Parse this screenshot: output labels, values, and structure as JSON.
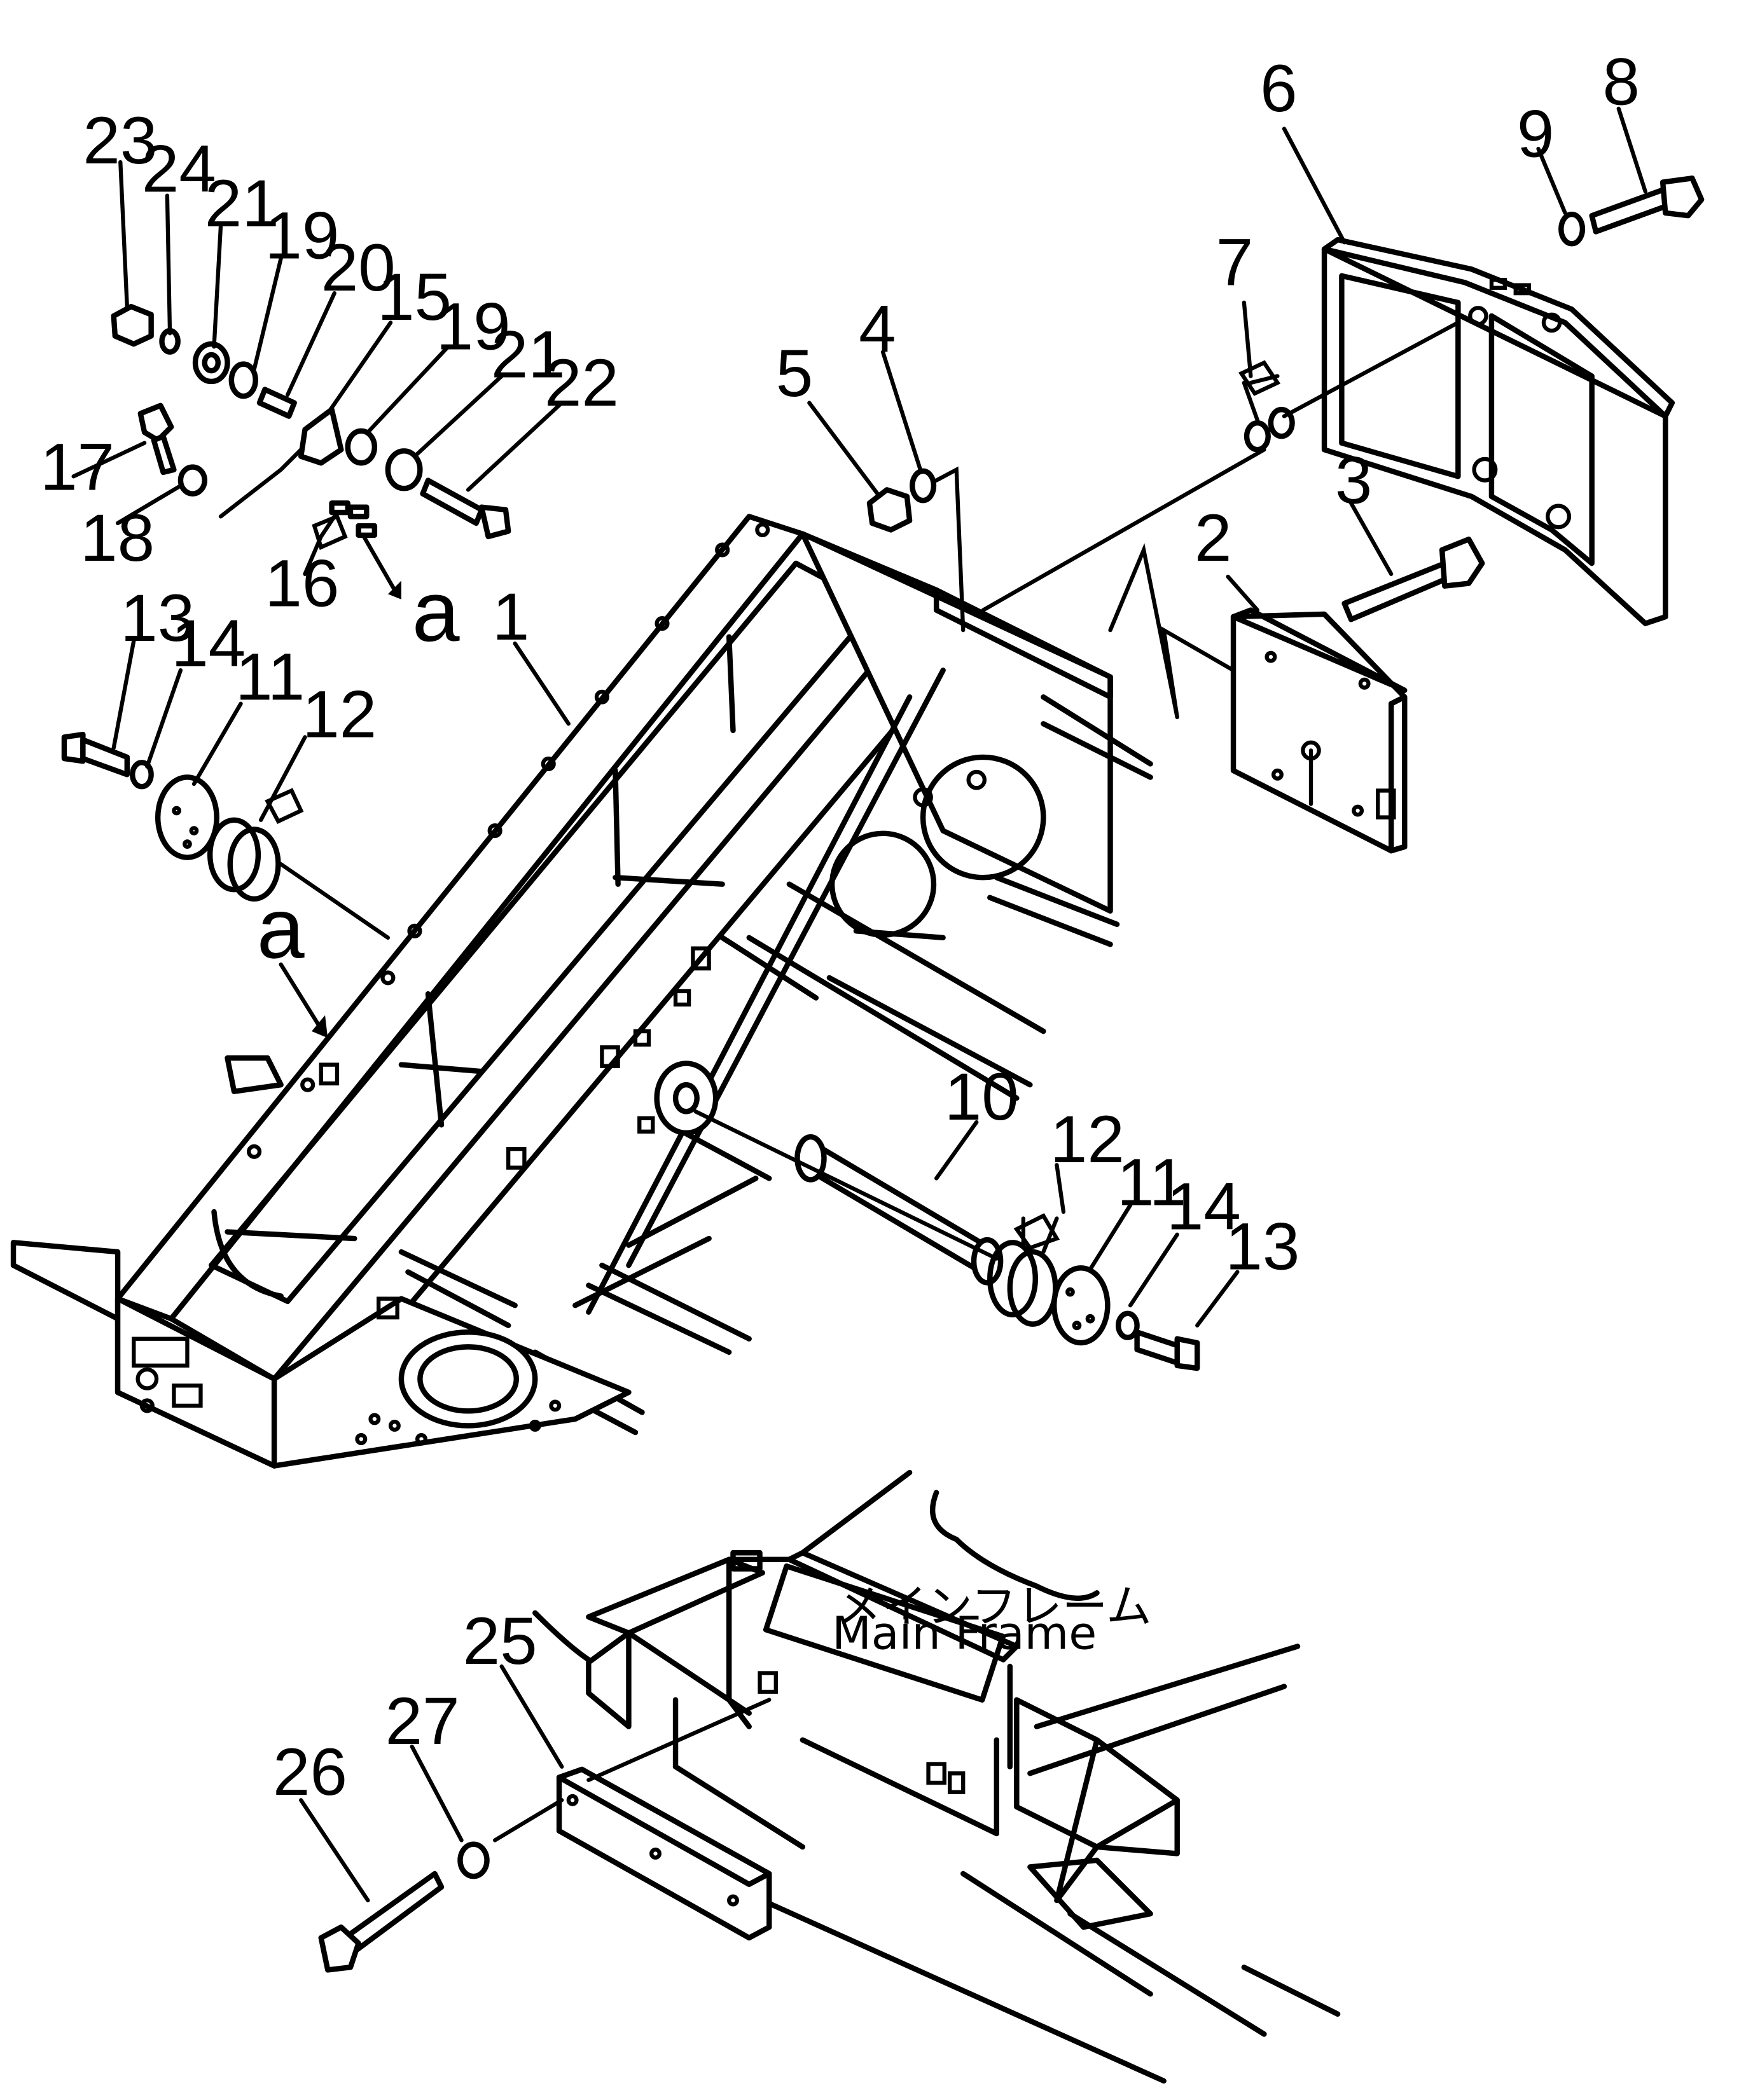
{
  "diagram": {
    "callouts": [
      {
        "id": "c1",
        "text": "1"
      },
      {
        "id": "c2",
        "text": "2"
      },
      {
        "id": "c3",
        "text": "3"
      },
      {
        "id": "c4",
        "text": "4"
      },
      {
        "id": "c5",
        "text": "5"
      },
      {
        "id": "c6",
        "text": "6"
      },
      {
        "id": "c7",
        "text": "7"
      },
      {
        "id": "c8",
        "text": "8"
      },
      {
        "id": "c9",
        "text": "9"
      },
      {
        "id": "c10",
        "text": "10"
      },
      {
        "id": "c11a",
        "text": "11"
      },
      {
        "id": "c11b",
        "text": "11"
      },
      {
        "id": "c12a",
        "text": "12"
      },
      {
        "id": "c12b",
        "text": "12"
      },
      {
        "id": "c13a",
        "text": "13"
      },
      {
        "id": "c13b",
        "text": "13"
      },
      {
        "id": "c14a",
        "text": "14"
      },
      {
        "id": "c14b",
        "text": "14"
      },
      {
        "id": "c15",
        "text": "15"
      },
      {
        "id": "c16",
        "text": "16"
      },
      {
        "id": "c17",
        "text": "17"
      },
      {
        "id": "c18",
        "text": "18"
      },
      {
        "id": "c19a",
        "text": "19"
      },
      {
        "id": "c19b",
        "text": "19"
      },
      {
        "id": "c20",
        "text": "20"
      },
      {
        "id": "c21a",
        "text": "21"
      },
      {
        "id": "c21b",
        "text": "21"
      },
      {
        "id": "c22",
        "text": "22"
      },
      {
        "id": "c23",
        "text": "23"
      },
      {
        "id": "c24",
        "text": "24"
      },
      {
        "id": "c25",
        "text": "25"
      },
      {
        "id": "c26",
        "text": "26"
      },
      {
        "id": "c27",
        "text": "27"
      }
    ],
    "detail_refs": [
      {
        "id": "a1",
        "text": "a"
      },
      {
        "id": "a2",
        "text": "a"
      }
    ],
    "frame_label": {
      "jp": "メインフレーム",
      "en": "Main  Frame"
    }
  }
}
